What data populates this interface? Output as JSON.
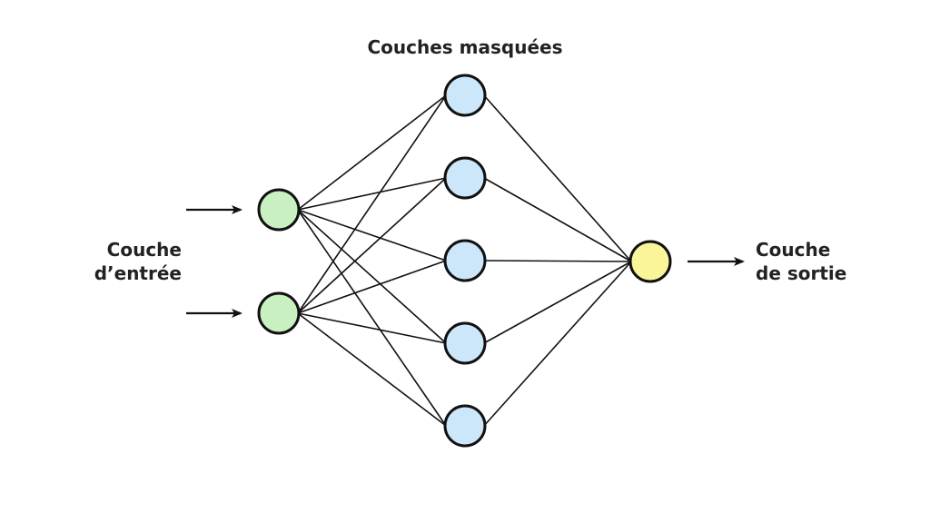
{
  "labels": {
    "hidden_layers": "Couches masquées",
    "input_layer": [
      "Couche",
      "d’entrée"
    ],
    "output_layer": [
      "Couche",
      "de sortie"
    ]
  },
  "network": {
    "input_neurons": 2,
    "hidden_neurons": 5,
    "output_neurons": 1,
    "fully_connected": true,
    "input_arrows": 2,
    "output_arrows": 1
  },
  "colors": {
    "input_fill": "#c8f0c0",
    "hidden_fill": "#cce6fa",
    "output_fill": "#fbf59a",
    "stroke": "#111111",
    "text": "#222222"
  }
}
